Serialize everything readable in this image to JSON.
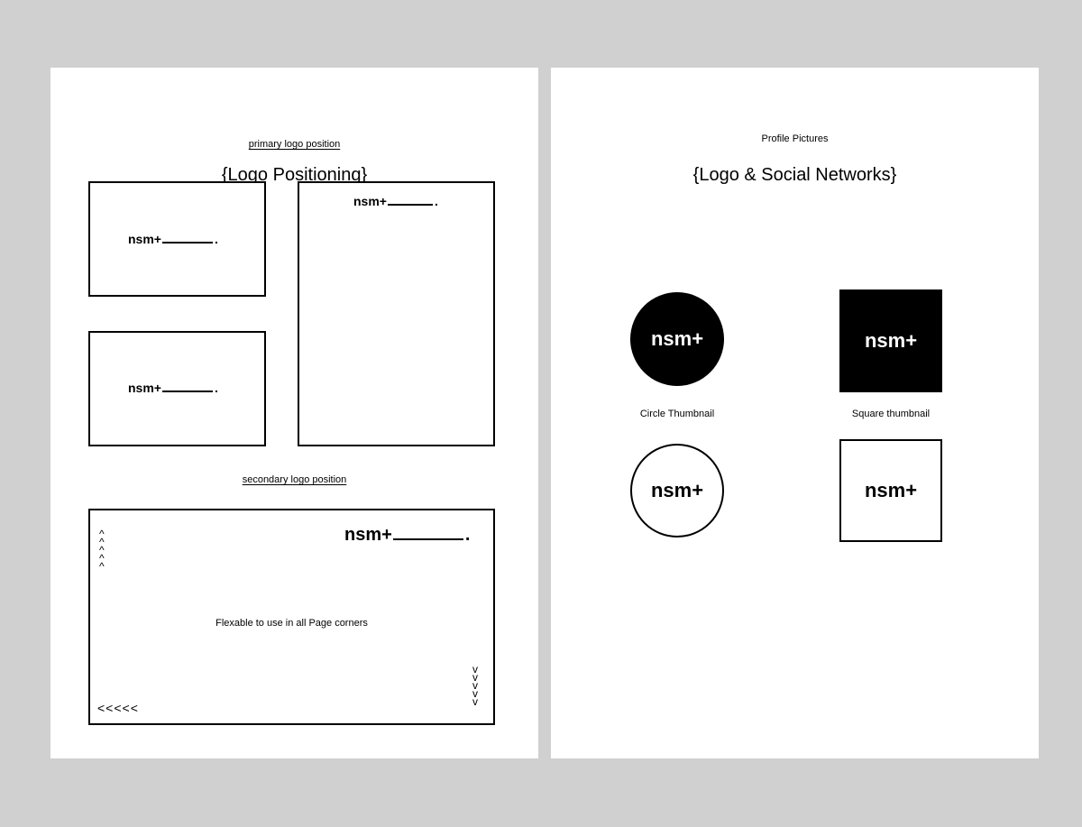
{
  "left_page": {
    "title": "{Logo Positioning}",
    "primary_heading": "primary logo position",
    "secondary_heading": "secondary logo position",
    "logo_text": "nsm+",
    "logo_suffix": ".",
    "flexible_note": "Flexable to use in all Page corners",
    "up_arrows": [
      "^",
      "^",
      "^",
      "^",
      "^"
    ],
    "down_arrows": [
      "v",
      "v",
      "v",
      "v",
      "v"
    ],
    "left_arrows": "<<<<<"
  },
  "right_page": {
    "title": "{Logo & Social Networks}",
    "subtitle": "Profile Pictures",
    "logo_text": "nsm+",
    "circle_caption": "Circle Thumbnail",
    "square_caption": "Square thumbnail"
  },
  "colors": {
    "background": "#d0d0d0",
    "page": "#ffffff",
    "ink": "#000000"
  }
}
